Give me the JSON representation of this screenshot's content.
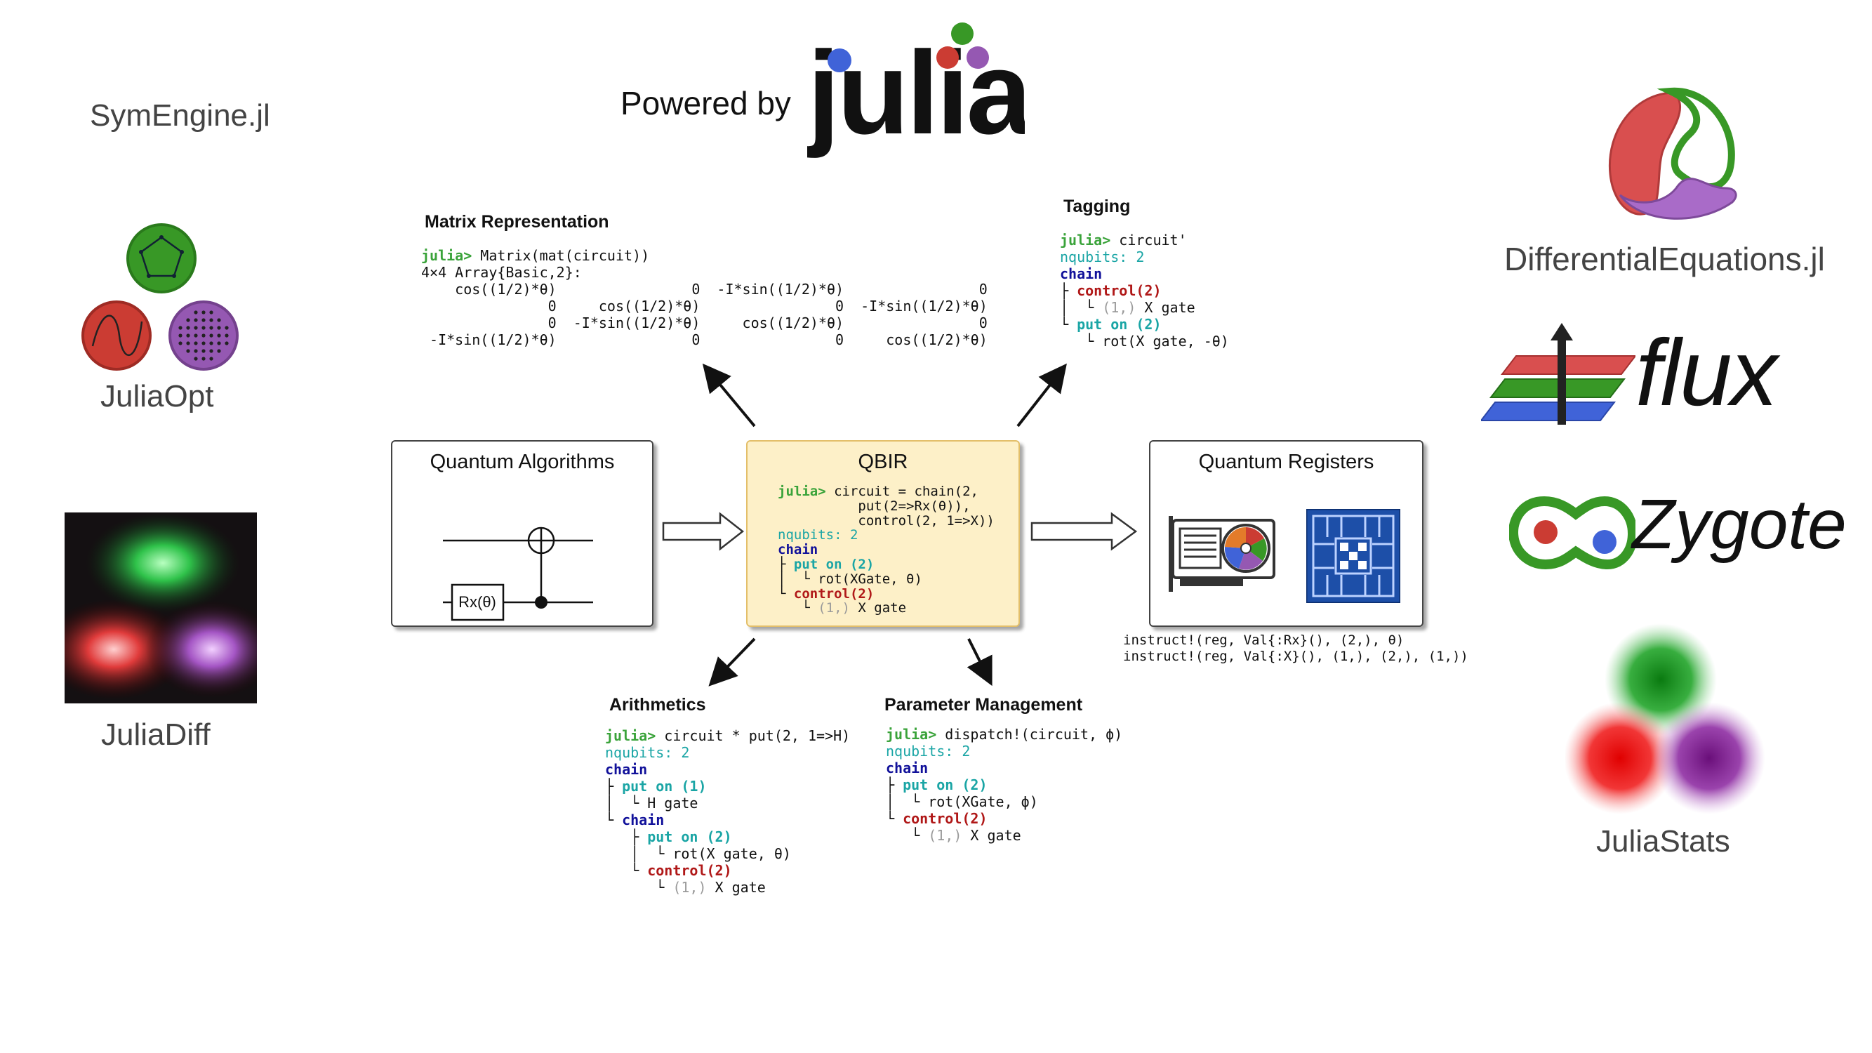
{
  "logos": {
    "symengine": "SymEngine.jl",
    "juliaopt": "JuliaOpt",
    "juliadiff": "JuliaDiff",
    "powered_by": "Powered by",
    "julia": "julia",
    "diffeq": "DifferentialEquations.jl",
    "flux": "flux",
    "zygote": "Zygote",
    "juliastats": "JuliaStats"
  },
  "colors": {
    "julia_blue": "#4063d8",
    "julia_red": "#cb3c33",
    "julia_green": "#389826",
    "julia_purple": "#9558b2",
    "qbir_fill": "#fdf0c8",
    "qbir_border": "#e3bf6a"
  },
  "boxes": {
    "algorithms": "Quantum Algorithms",
    "qbir": "QBIR",
    "registers": "Quantum Registers",
    "rx_gate": "Rx(θ)"
  },
  "sections": {
    "matrix": {
      "title": "Matrix Representation",
      "prompt": "julia>",
      "cmd": " Matrix(mat(circuit))",
      "lines": [
        "4×4 Array{Basic,2}:",
        "    cos((1/2)*θ)                0  -I*sin((1/2)*θ)                0",
        "               0     cos((1/2)*θ)                0  -I*sin((1/2)*θ)",
        "               0  -I*sin((1/2)*θ)     cos((1/2)*θ)                0",
        " -I*sin((1/2)*θ)                0                0     cos((1/2)*θ)"
      ]
    },
    "tagging": {
      "title": "Tagging",
      "prompt": "julia>",
      "cmd": " circuit'",
      "nqubits": "nqubits: 2",
      "chain": "chain",
      "t1": "├ ",
      "control": "control(2)",
      "t2": "│  └ ",
      "gray": "(1,)",
      "gate1": " X gate",
      "t3": "└ ",
      "put": "put on (2)",
      "t4": "   └ ",
      "gate2": "rot(X gate, -θ)"
    },
    "qbir": {
      "prompt": "julia>",
      "cmd1": " circuit = chain(2,",
      "cmd2": "          put(2=>Rx(θ)),",
      "cmd3": "          control(2, 1=>X))",
      "nqubits": "nqubits: 2",
      "chain": "chain",
      "t1": "├ ",
      "put": "put on (2)",
      "t2": "│  └ ",
      "gate1": "rot(XGate, θ)",
      "t3": "└ ",
      "control": "control(2)",
      "t4": "   └ ",
      "gray": "(1,)",
      "gate2": " X gate"
    },
    "registers": {
      "line1": "instruct!(reg, Val{:Rx}(), (2,), θ)",
      "line2": "instruct!(reg, Val{:X}(), (1,), (2,), (1,))"
    },
    "arithmetics": {
      "title": "Arithmetics",
      "prompt": "julia>",
      "cmd": " circuit * put(2, 1=>H)",
      "nqubits": "nqubits: 2",
      "chain": "chain",
      "t1": "├ ",
      "put1": "put on (1)",
      "t2": "│  └ ",
      "gate1": "H gate",
      "t3": "└ ",
      "chain2": "chain",
      "t4": "   ├ ",
      "put2": "put on (2)",
      "t5": "   │  └ ",
      "gate2": "rot(X gate, θ)",
      "t6": "   └ ",
      "control": "control(2)",
      "t7": "      └ ",
      "gray": "(1,)",
      "gate3": " X gate"
    },
    "params": {
      "title": "Parameter Management",
      "prompt": "julia>",
      "cmd": " dispatch!(circuit, ϕ)",
      "nqubits": "nqubits: 2",
      "chain": "chain",
      "t1": "├ ",
      "put": "put on (2)",
      "t2": "│  └ ",
      "gate1": "rot(XGate, ϕ)",
      "t3": "└ ",
      "control": "control(2)",
      "t4": "   └ ",
      "gray": "(1,)",
      "gate2": " X gate"
    }
  }
}
